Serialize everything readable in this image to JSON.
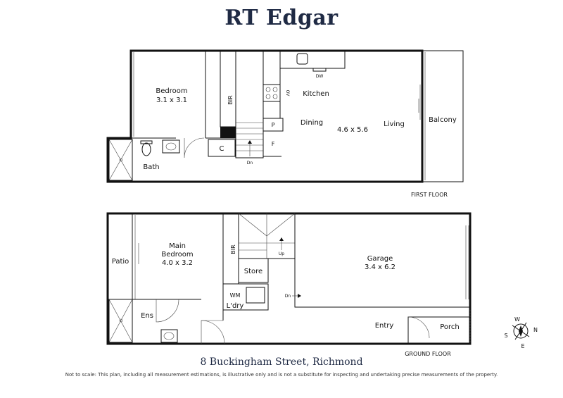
{
  "header": {
    "brand": "RT Edgar"
  },
  "first_floor": {
    "label": "FIRST FLOOR",
    "rooms": {
      "bedroom_name": "Bedroom",
      "bedroom_size": "3.1 x 3.1",
      "bir": "BIR",
      "bath": "Bath",
      "c": "C",
      "p": "P",
      "f": "F",
      "dn": "Dn",
      "kitchen": "Kitchen",
      "dw": "DW",
      "ov": "OV",
      "dining": "Dining",
      "living_size": "4.6 x 5.6",
      "living": "Living",
      "balcony": "Balcony"
    }
  },
  "ground_floor": {
    "label": "GROUND FLOOR",
    "rooms": {
      "patio": "Patio",
      "main_bedroom_name": "Main",
      "main_bedroom_name2": "Bedroom",
      "main_bedroom_size": "4.0 x 3.2",
      "bir": "BIR",
      "up": "Up",
      "store": "Store",
      "wm": "WM",
      "ldry": "L'dry",
      "dn": "Dn",
      "ens": "Ens",
      "garage": "Garage",
      "garage_size": "3.4 x 6.2",
      "entry": "Entry",
      "porch": "Porch"
    }
  },
  "compass": {
    "w": "W",
    "n": "N",
    "s": "S",
    "e": "E"
  },
  "footer": {
    "address": "8 Buckingham Street, Richmond",
    "disclaimer": "Not to scale: This plan, including all measurement estimations, is illustrative only and is not a substitute for inspecting and undertaking precise measurements of the property."
  }
}
